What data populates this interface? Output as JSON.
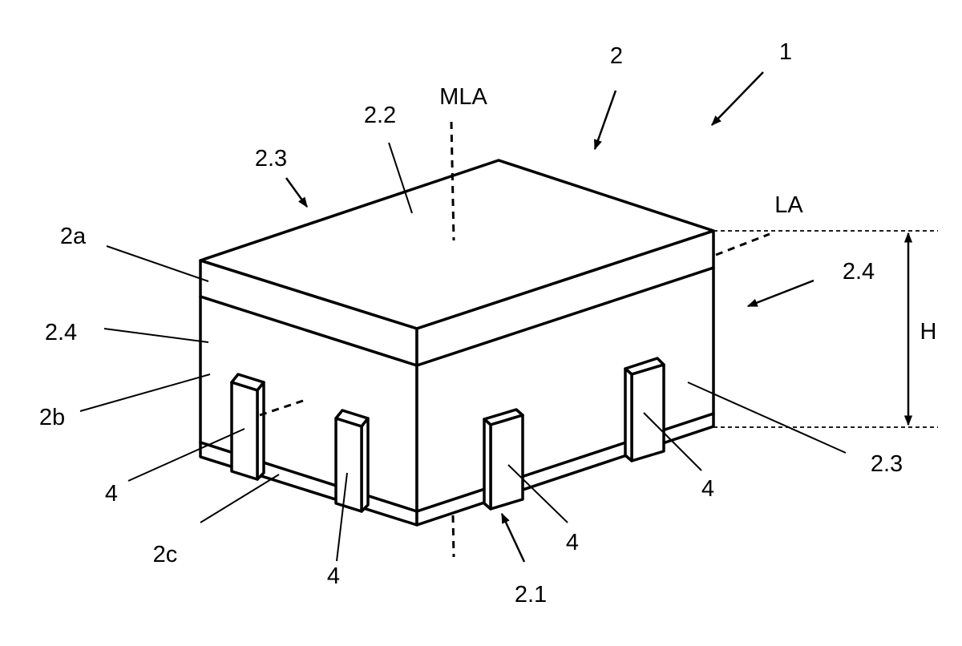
{
  "labels": {
    "ref_1": "1",
    "ref_2": "2",
    "ref_2_1": "2.1",
    "ref_2_2": "2.2",
    "ref_2_3_top": "2.3",
    "ref_2_3_right": "2.3",
    "ref_2_4_left": "2.4",
    "ref_2_4_right": "2.4",
    "ref_2a": "2a",
    "ref_2b": "2b",
    "ref_2c": "2c",
    "ref_4_a": "4",
    "ref_4_b": "4",
    "ref_4_c": "4",
    "ref_4_d": "4",
    "mla": "MLA",
    "la": "LA",
    "height": "H"
  }
}
